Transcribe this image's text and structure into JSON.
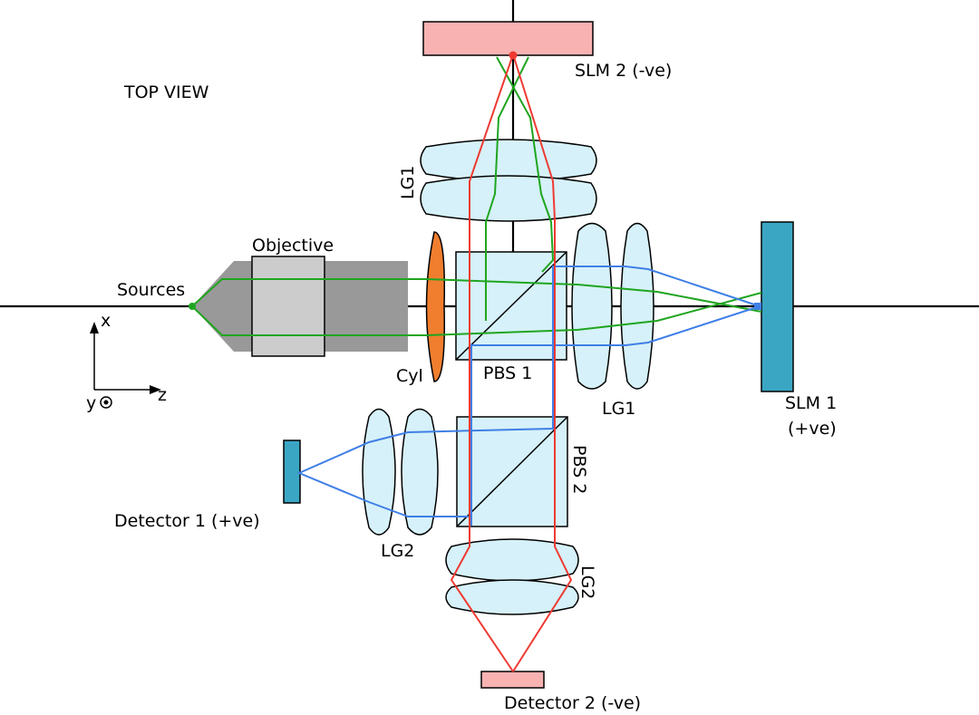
{
  "labels": {
    "top_view": "TOP VIEW",
    "slm2": "SLM 2 (-ve)",
    "lg1_top": "LG1",
    "objective": "Objective",
    "sources": "Sources",
    "cyl": "Cyl",
    "pbs1": "PBS 1",
    "lg1_right": "LG1",
    "slm1_line1": "SLM 1",
    "slm1_line2": "(+ve)",
    "pbs2": "PBS 2",
    "detector1": "Detector 1 (+ve)",
    "lg2_left": "LG2",
    "lg2_bottom": "LG2",
    "detector2": "Detector 2 (-ve)",
    "axis_x": "x",
    "axis_z": "z",
    "axis_y": "y"
  },
  "colors": {
    "slm2_fill": "#f9b2b2",
    "detector2_fill": "#f9b2b2",
    "slm1_fill": "#3ba6c4",
    "detector1_fill": "#3ba6c4",
    "cyl_fill": "#f07e2e",
    "objective_body": "#999999",
    "objective_ring": "#cccccc",
    "lens_fill": "#d6f1f9",
    "ray_green": "#1fa51f",
    "ray_blue": "#3f7fe6",
    "ray_red": "#ee3a32"
  }
}
